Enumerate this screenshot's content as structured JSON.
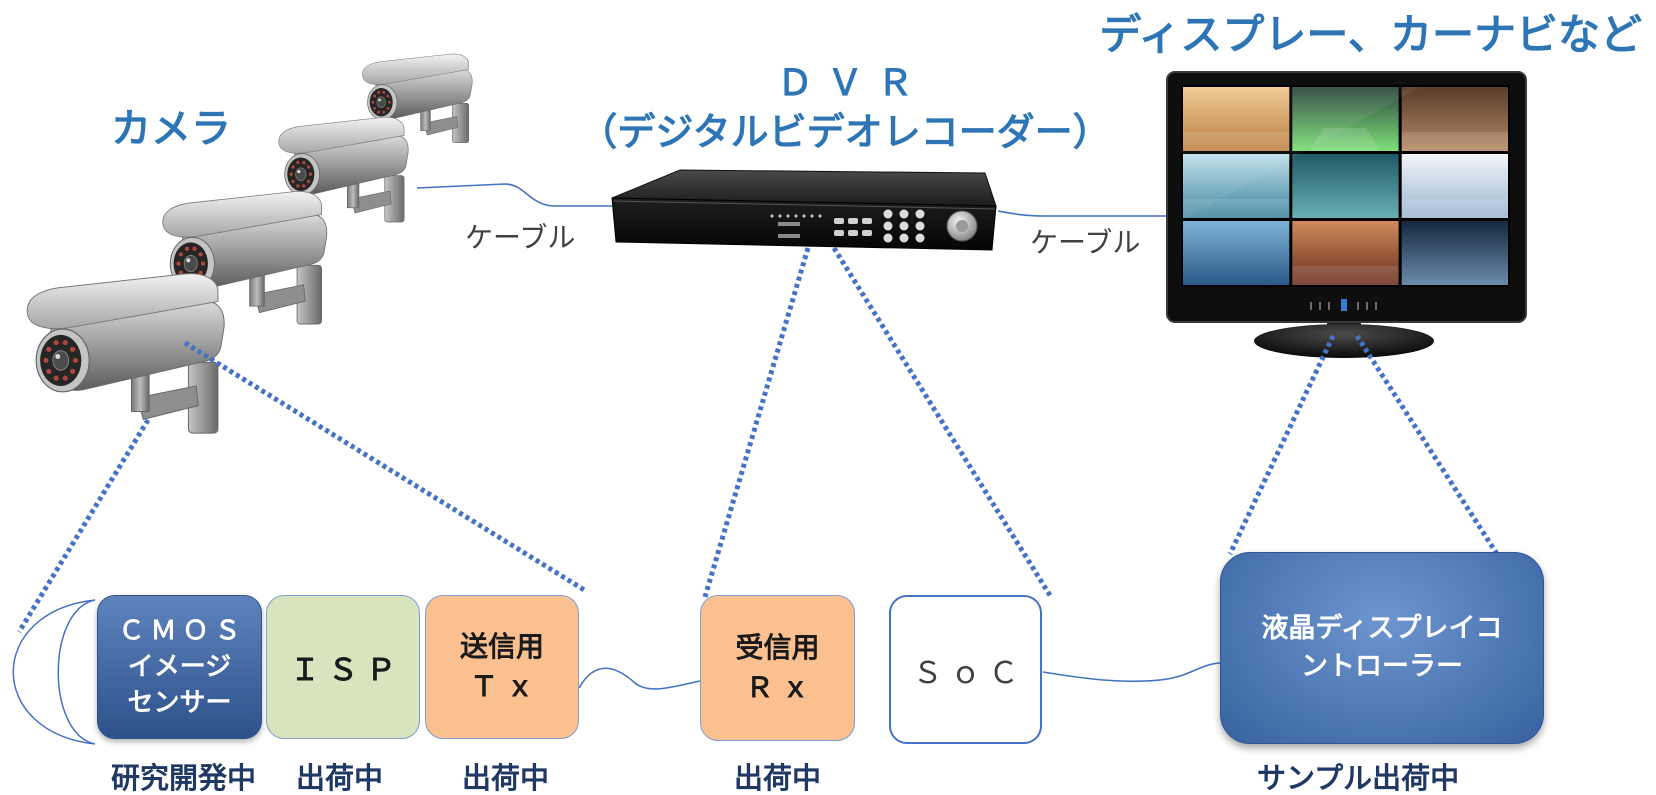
{
  "colors": {
    "heading": "#2e75b6",
    "status": "#1f3864",
    "line": "#4472c4",
    "cable_text": "#404040",
    "isp": "#d7e4bd",
    "txrx": "#fac090",
    "cmos": "#3a68b0",
    "lcd": "#4478c2"
  },
  "icons": {
    "camera": "security-camera-icon",
    "dvr": "dvr-recorder-icon",
    "monitor": "lcd-monitor-icon"
  },
  "headings": {
    "display": "ディスプレー、カーナビなど",
    "dvr_line1": "ＤＶＲ",
    "dvr_line2": "（デジタルビデオレコーダー）",
    "camera": "カメラ"
  },
  "cables": {
    "left": "ケーブル",
    "right": "ケーブル"
  },
  "components": {
    "cmos": {
      "lines": [
        "ＣＭＯＳ",
        "イメージ",
        "センサー"
      ],
      "status": "研究開発中"
    },
    "isp": {
      "lines": [
        "ＩＳＰ"
      ],
      "status": "出荷中"
    },
    "tx": {
      "lines": [
        "送信用",
        "Ｔｘ"
      ],
      "status": "出荷中"
    },
    "rx": {
      "lines": [
        "受信用",
        "Ｒｘ"
      ],
      "status": "出荷中"
    },
    "soc": {
      "lines": [
        "ＳｏＣ"
      ]
    },
    "lcd": {
      "lines": [
        "液晶ディスプレイコ",
        "ントローラー"
      ],
      "status": "サンプル出荷中"
    }
  }
}
